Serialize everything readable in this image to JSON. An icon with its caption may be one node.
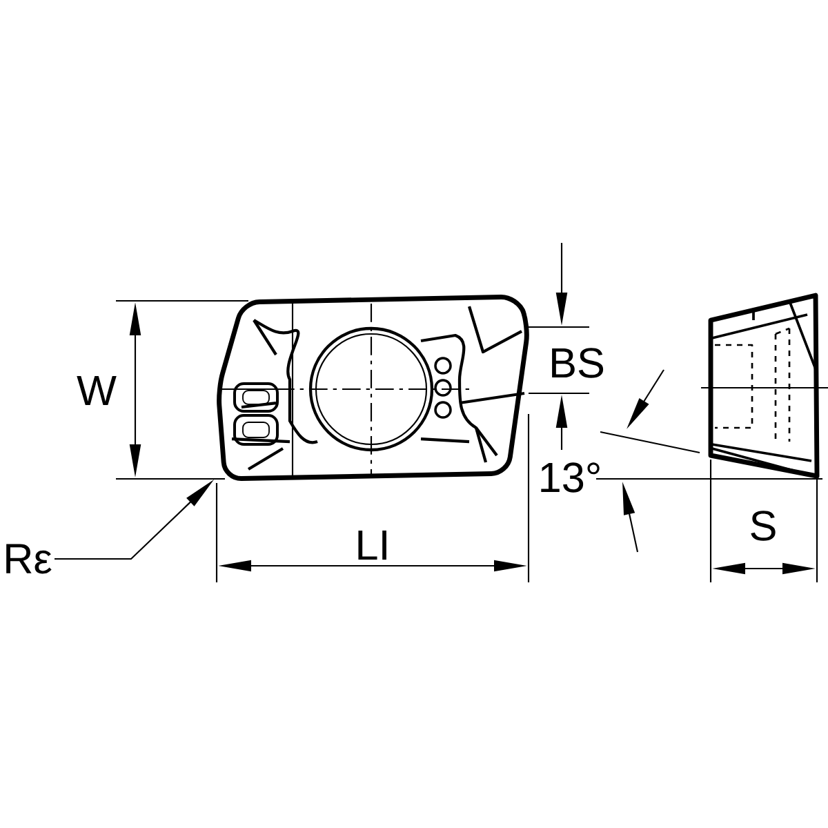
{
  "diagram": {
    "nodes": [
      {
        "text": [
          "Rε"
        ]
      },
      {
        "text": [],
        "shape": "picture"
      }
    ],
    "edges": [
      {
        "from": 0,
        "to": 1,
        "arrow": "to"
      }
    ],
    "labels": [
      "W",
      "BS",
      "13°",
      "LI",
      "S"
    ]
  }
}
